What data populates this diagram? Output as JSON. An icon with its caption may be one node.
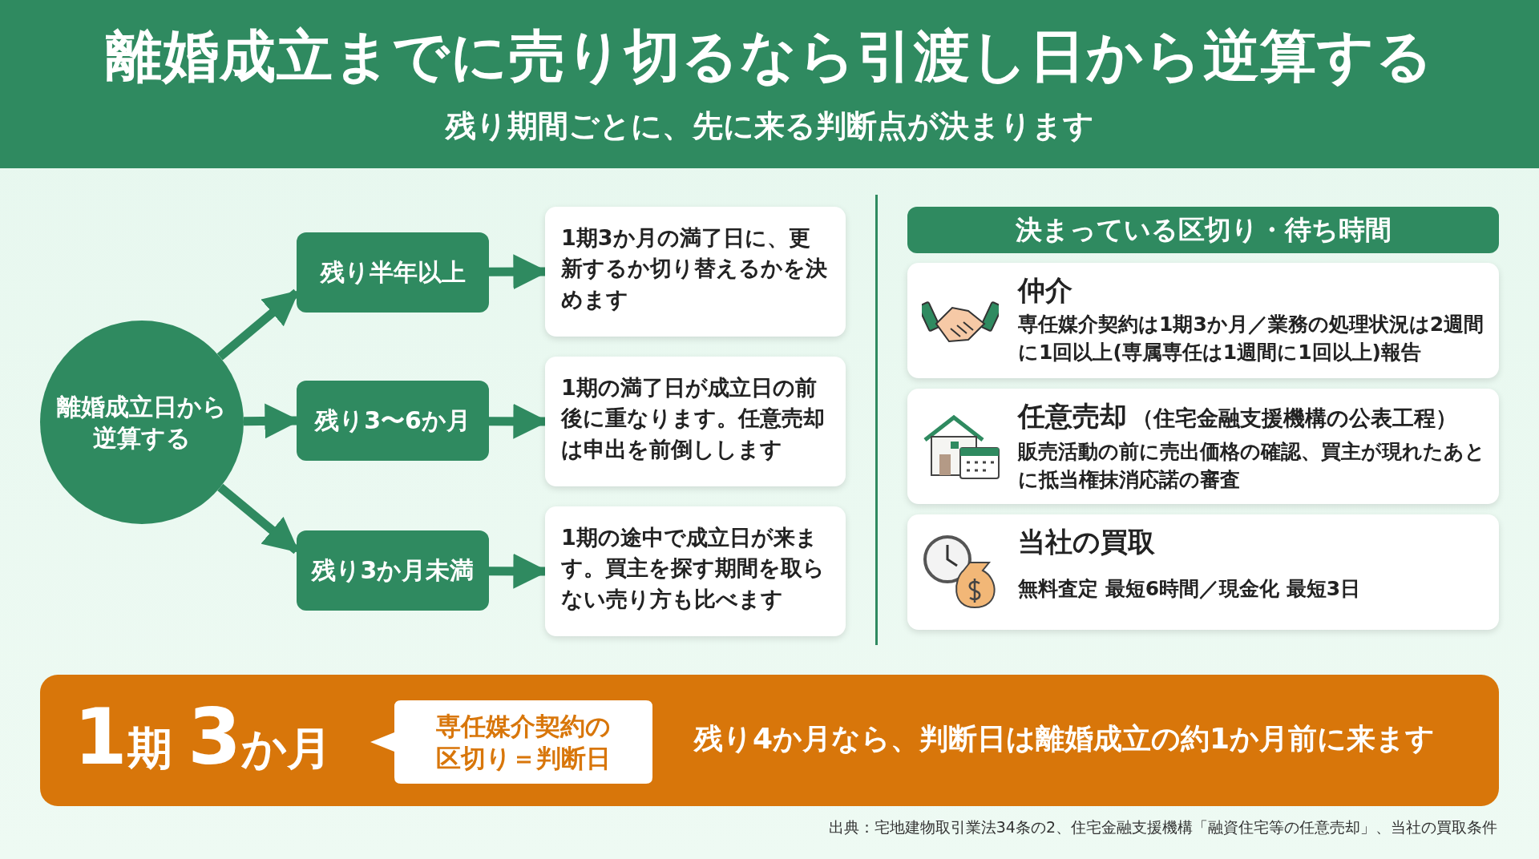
{
  "diagram": {
    "title": "離婚成立までに売り切るなら引渡し日から逆算する",
    "nodes": [
      {
        "text": [
          "離婚成立日から逆算する"
        ]
      },
      {
        "text": [
          "残り半年以上"
        ]
      },
      {
        "text": [
          "残り3〜6か月"
        ]
      },
      {
        "text": [
          "残り3か月未満"
        ]
      },
      {
        "text": [
          "1期3か月の満了日に、更新するか切り替えるかを決めます"
        ]
      },
      {
        "text": [
          "1期の満了日が成立日の前後に重なります。任意売却は申出を前倒しします"
        ]
      },
      {
        "text": [
          "1期の途中で成立日が来ます。買主を探す期間を取らない売り方も比べます"
        ]
      },
      {
        "text": [
          "決まっている区切り・待ち時間"
        ]
      },
      {
        "text": [
          "仲介",
          "専任媒介契約は1期3か月／業務の処理状況は2週間に1回以上(専属専任は1週間に1回以上)報告"
        ]
      },
      {
        "text": [
          "任意売却",
          "（住宅金融支援機構の公表工程）",
          "販売活動の前に売出価格の確認、買主が現れたあとに抵当権抹消応諾の審査"
        ]
      },
      {
        "text": [
          "当社の買取",
          "無料査定 最短6時間／現金化 最短3日"
        ]
      },
      {
        "text": [
          "1期 3か月",
          "残り4か月なら、判断日は離婚成立の約1か月前に来ます"
        ]
      },
      {
        "text": [
          "専任媒介契約の区切り＝判断日"
        ],
        "in": 11
      }
    ],
    "edges": [
      {
        "from": 0,
        "to": 1,
        "arrow": "to"
      },
      {
        "from": 0,
        "to": 2,
        "arrow": "to"
      },
      {
        "from": 0,
        "to": 3,
        "arrow": "to"
      },
      {
        "from": 1,
        "to": 4,
        "arrow": "to"
      },
      {
        "from": 2,
        "to": 5,
        "arrow": "to"
      },
      {
        "from": 3,
        "to": 6,
        "arrow": "to"
      }
    ],
    "labels": [
      "残り期間ごとに、先に来る判断点が決まります",
      "出典：宅地建物取引業法34条の2、住宅金融支援機構「融資住宅等の任意売却」、当社の買取条件"
    ]
  }
}
